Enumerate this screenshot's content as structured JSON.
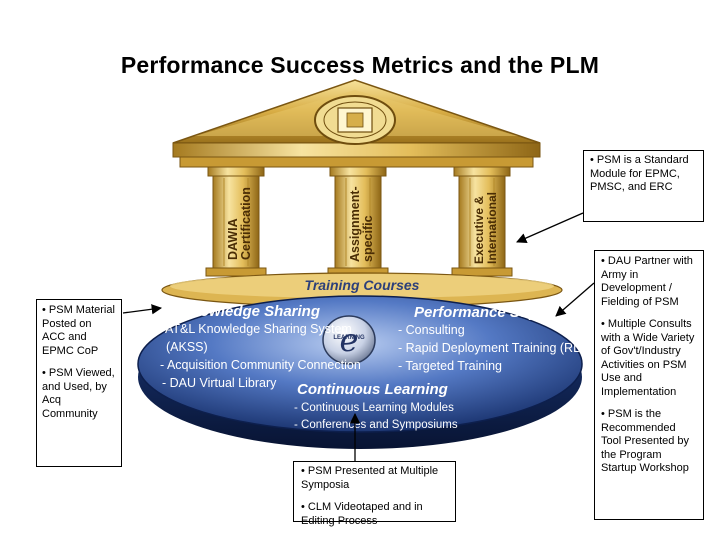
{
  "title": "Performance Success Metrics and the PLM",
  "temple": {
    "columns": [
      {
        "line1": "DAWIA",
        "line2": "Certification"
      },
      {
        "line1": "Assignment-",
        "line2": "specific"
      },
      {
        "line1": "Executive &",
        "line2": "International"
      }
    ],
    "step_label": "Training Courses",
    "knowledge_sharing": {
      "heading": "Knowledge Sharing",
      "items": [
        "- AT&L Knowledge Sharing System",
        "(AKSS)",
        "- Acquisition Community Connection",
        "- DAU Virtual Library"
      ]
    },
    "performance_support": {
      "heading": "Performance Support",
      "items": [
        "- Consulting",
        "- Rapid Deployment Training (RDT)",
        "- Targeted Training"
      ]
    },
    "continuous_learning": {
      "heading": "Continuous Learning",
      "items": [
        "- Continuous Learning Modules",
        "- Conferences and Symposiums"
      ]
    },
    "emblem_text": "LEARNING"
  },
  "callouts": {
    "left": [
      "• PSM Material Posted on ACC and EPMC CoP",
      "• PSM Viewed, and Used, by Acq Community"
    ],
    "center": [
      "• PSM Presented at Multiple Symposia",
      "• CLM Videotaped and in Editing Process"
    ],
    "top_right": [
      "• PSM is a Standard Module for EPMC, PMSC, and ERC"
    ],
    "right": [
      "• DAU Partner with Army in Development / Fielding of PSM",
      "• Multiple Consults with a Wide Variety of Gov't/Industry Activities on PSM Use and Implementation",
      "• PSM is the Recommended Tool Presented by the Program Startup Workshop"
    ]
  },
  "colors": {
    "gold_light": "#f3d77a",
    "gold": "#d6a93a",
    "gold_dark": "#8a6414",
    "column_text": "#4a2d05",
    "disc_light": "#9fb9ea",
    "disc_dark": "#16306e",
    "disc_edge": "#0d1f4d",
    "heading_text": "#ffffff",
    "item_text": "#ffffff"
  }
}
